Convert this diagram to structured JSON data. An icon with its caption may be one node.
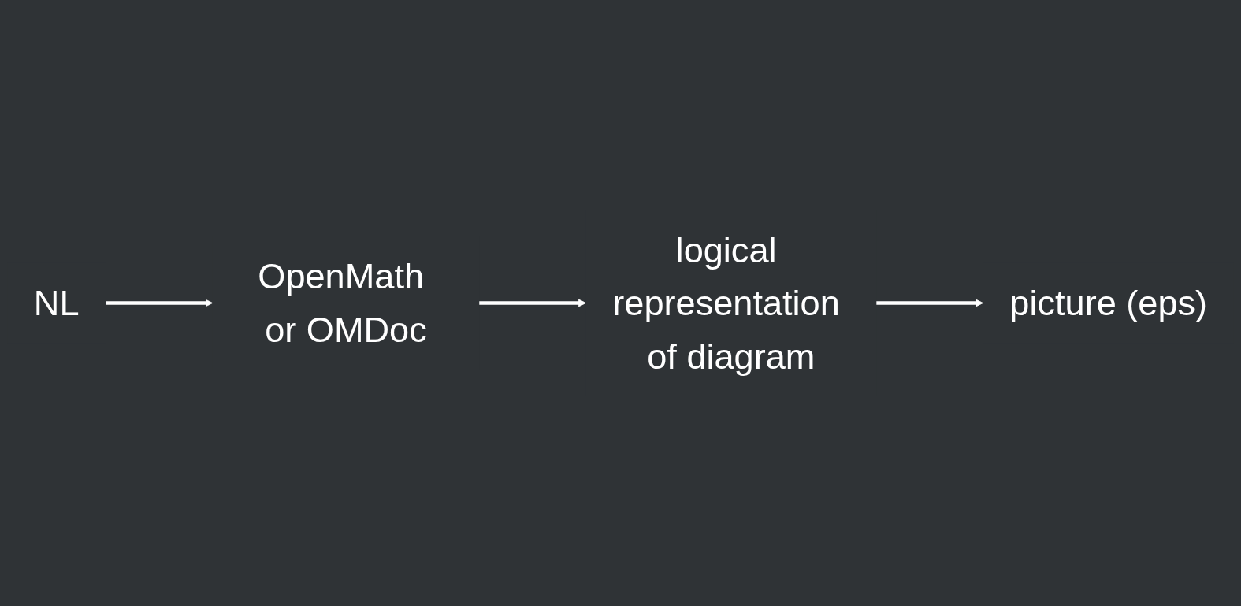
{
  "diagram": {
    "nodes": [
      {
        "text": [
          "NL"
        ]
      },
      {
        "text": [
          "OpenMath or OMDoc"
        ]
      },
      {
        "text": [
          "logical representation of diagram"
        ]
      },
      {
        "text": [
          "picture (eps)"
        ]
      }
    ],
    "edges": [
      {
        "from": 0,
        "to": 1,
        "arrow": "to"
      },
      {
        "from": 1,
        "to": 2,
        "arrow": "to"
      },
      {
        "from": 2,
        "to": 3,
        "arrow": "to"
      }
    ]
  }
}
